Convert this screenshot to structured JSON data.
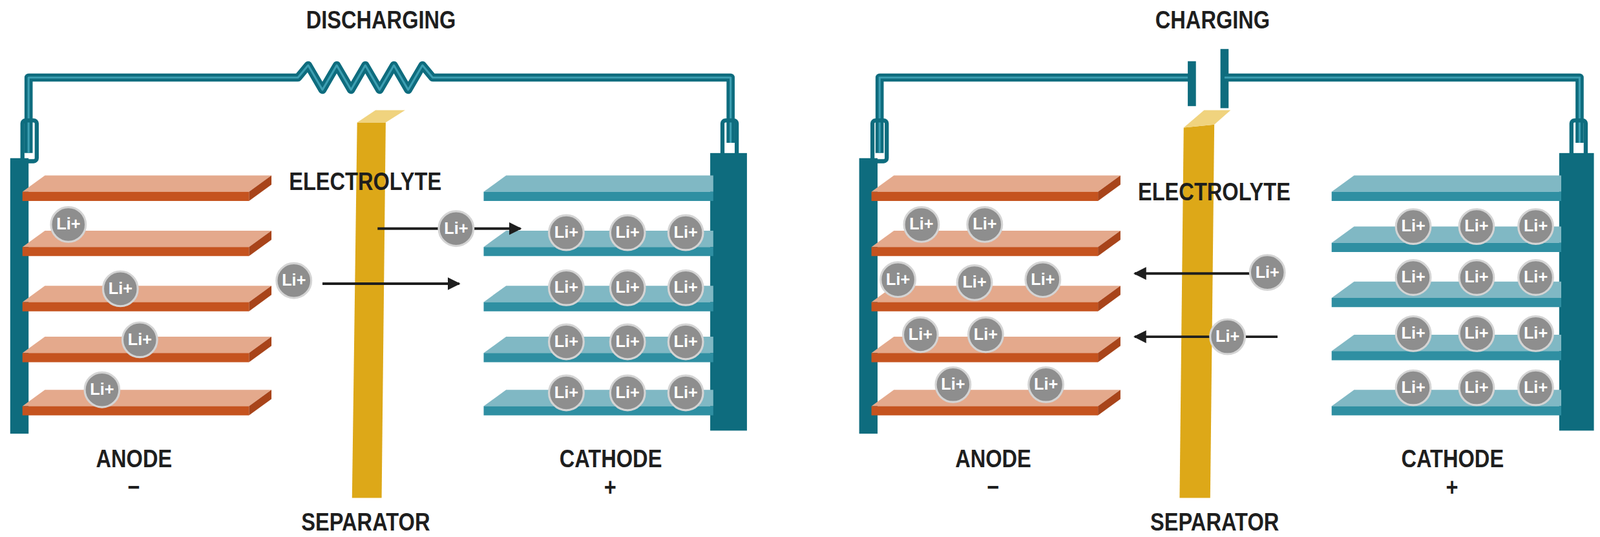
{
  "diagram": {
    "nodes": [
      {
        "text": [
          "Li+"
        ]
      },
      {
        "text": [
          "Li+"
        ]
      },
      {
        "text": [
          "Li+"
        ]
      },
      {
        "text": [
          "Li+"
        ]
      },
      {
        "text": [
          "Li+"
        ]
      },
      {
        "text": [
          "Li+"
        ]
      },
      {
        "text": [
          "Li+"
        ]
      },
      {
        "text": [
          "Li+"
        ]
      },
      {
        "text": [
          "Li+"
        ]
      },
      {
        "text": [
          "Li+"
        ]
      },
      {
        "text": [
          "Li+"
        ]
      },
      {
        "text": [
          "Li+"
        ]
      },
      {
        "text": [
          "Li+"
        ]
      },
      {
        "text": [
          "Li+"
        ]
      },
      {
        "text": [
          "Li+"
        ]
      },
      {
        "text": [
          "Li+"
        ]
      },
      {
        "text": [
          "Li+"
        ]
      },
      {
        "text": [
          "Li+"
        ]
      },
      {
        "text": [
          "Li+"
        ]
      },
      {
        "text": [
          "Li+"
        ]
      },
      {
        "text": [
          "Li+"
        ]
      },
      {
        "text": [
          "Li+"
        ]
      },
      {
        "text": [
          "Li+"
        ]
      },
      {
        "text": [
          "Li+"
        ]
      },
      {
        "text": [
          "Li+"
        ]
      },
      {
        "text": [
          "Li+"
        ]
      },
      {
        "text": [
          "Li+"
        ]
      },
      {
        "text": [
          "Li+"
        ]
      },
      {
        "text": [
          "Li+"
        ]
      },
      {
        "text": [
          "Li+"
        ]
      },
      {
        "text": [
          "Li+"
        ]
      },
      {
        "text": [
          "Li+"
        ]
      },
      {
        "text": [
          "Li+"
        ]
      },
      {
        "text": [
          "Li+"
        ]
      },
      {
        "text": [
          "Li+"
        ]
      },
      {
        "text": [
          "Li+"
        ]
      },
      {
        "text": [
          "Li+"
        ]
      },
      {
        "text": [
          "Li+"
        ]
      },
      {
        "text": [
          "Li+"
        ]
      },
      {
        "text": [
          "Li+"
        ]
      },
      {
        "text": [
          "Li+"
        ]
      }
    ],
    "labels": [
      "DISCHARGING",
      "CHARGING",
      "ELECTROLYTE",
      "ELECTROLYTE",
      "ANODE",
      "−",
      "CATHODE",
      "+",
      "ANODE",
      "−",
      "CATHODE",
      "+",
      "SEPARATOR",
      "SEPARATOR"
    ]
  }
}
